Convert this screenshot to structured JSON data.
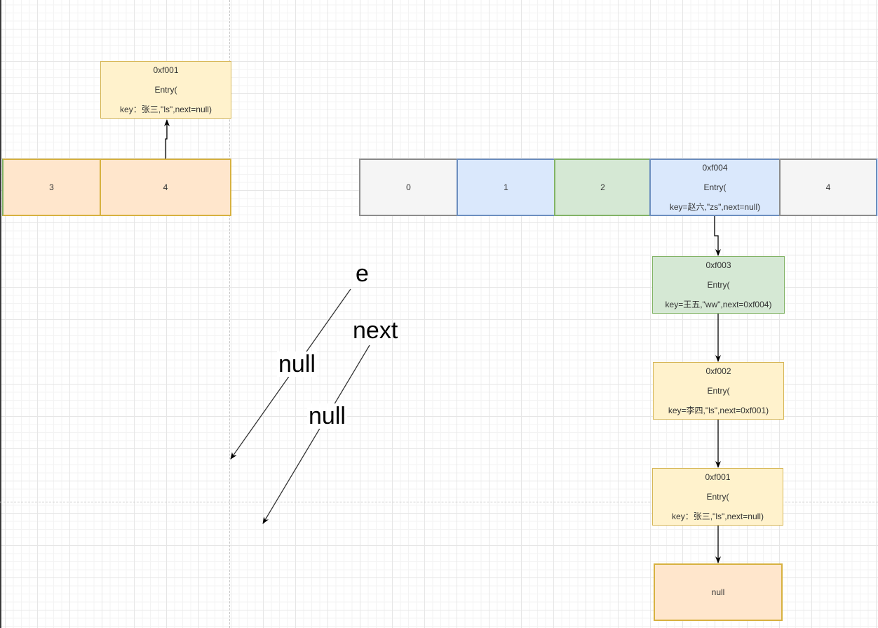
{
  "left_fragment": {
    "top_entry": {
      "address": "0xf001",
      "type": "Entry(",
      "content": "key：张三,\"ls\",next=null)"
    },
    "cells": [
      "3",
      "4"
    ]
  },
  "array": {
    "cells": [
      {
        "index": "0"
      },
      {
        "index": "1"
      },
      {
        "index": "2"
      },
      {
        "address": "0xf004",
        "type": "Entry(",
        "content": "key=赵六,\"zs\",next=null)"
      },
      {
        "index": "4"
      }
    ]
  },
  "chain": [
    {
      "address": "0xf003",
      "type": "Entry(",
      "content": "key=王五,\"ww\",next=0xf004)"
    },
    {
      "address": "0xf002",
      "type": "Entry(",
      "content": "key=李四,\"ls\",next=0xf001)"
    },
    {
      "address": "0xf001",
      "type": "Entry(",
      "content": "key：张三,\"ls\",next=null)"
    },
    {
      "value": "null"
    }
  ],
  "pointer_labels": {
    "e": "e",
    "e_target": "null",
    "next": "next",
    "next_target": "null"
  },
  "colors": {
    "yellow_fill": "#fff2cc",
    "orange_fill": "#ffe6cc",
    "blue_fill": "#dae8fc",
    "green_fill": "#d5e8d4",
    "gray_fill": "#f5f5f5"
  }
}
